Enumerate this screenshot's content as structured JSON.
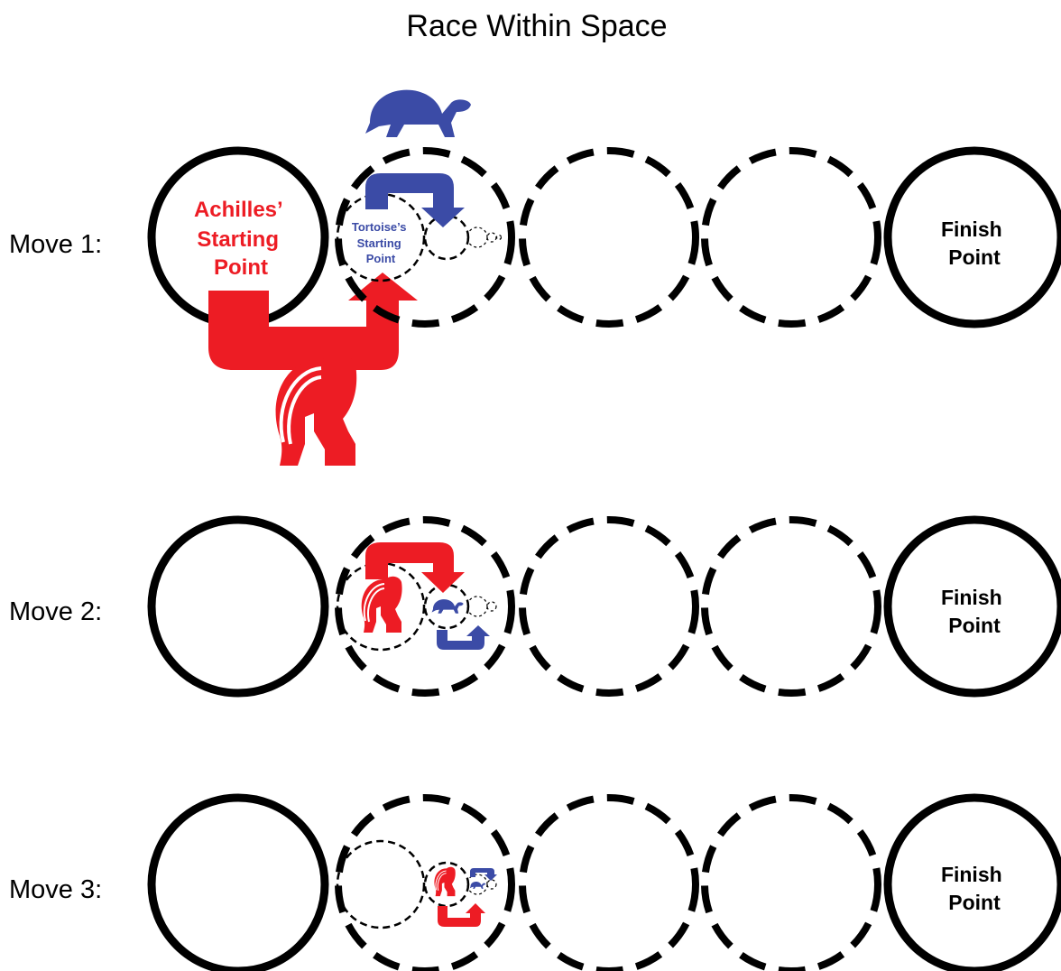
{
  "title": "Race Within Space",
  "rows": [
    {
      "label": "Move 1:"
    },
    {
      "label": "Move 2:"
    },
    {
      "label": "Move 3:"
    }
  ],
  "labels": {
    "achilles_start": [
      "Achilles’",
      "Starting",
      "Point"
    ],
    "tortoise_start": [
      "Tortoise’s",
      "Starting",
      "Point"
    ],
    "finish": [
      "Finish",
      "Point"
    ]
  },
  "colors": {
    "achilles": "#ed1c24",
    "tortoise": "#3b4ba6",
    "outline": "#000000",
    "background": "#ffffff"
  },
  "icons": {
    "achilles": "spartan-helmet-icon",
    "tortoise": "tortoise-icon"
  }
}
